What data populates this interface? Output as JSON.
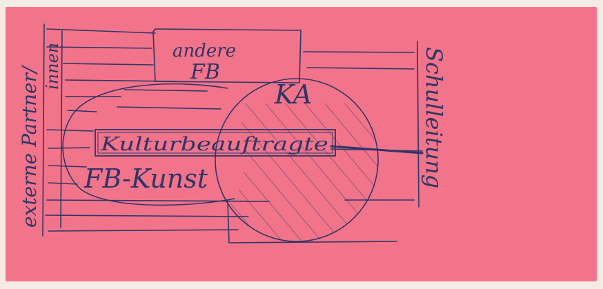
{
  "colors": {
    "background": "#f4ece4",
    "paper": "#f2748a",
    "ink": "#2f3566"
  },
  "diagram": {
    "labels": {
      "left_outer": "externe Partner/",
      "left_inner": "innen",
      "right": "Schulleitung",
      "top_line1": "andere",
      "top_line2": "FB",
      "circle": "KA",
      "bar": "Kulturbeauftragte",
      "ellipse": "FB-Kunst"
    }
  }
}
